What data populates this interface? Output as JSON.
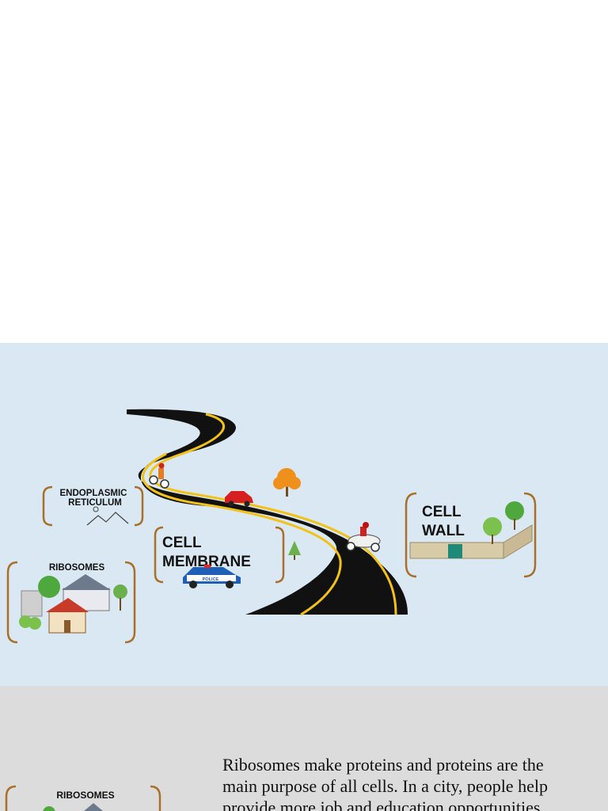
{
  "labels": {
    "endoplasmic_line1": "ENDOPLASMIC",
    "endoplasmic_line2": "RETICULUM",
    "ribosomes": "RIBOSOMES",
    "membrane_line1": "CELL",
    "membrane_line2": "MEMBRANE",
    "wall_line1": "CELL",
    "wall_line2": "WALL",
    "police": "POLICE",
    "ribosomes_bottom": "RIBOSOMES"
  },
  "paragraph": "Ribosomes make proteins and proteins are the main purpose of all cells. In a city, people help provide more job and education opportunities.",
  "colors": {
    "top_bg": "#ffffff",
    "diagram_bg": "#d9e8f2",
    "text_panel_bg": "#dcdcdc",
    "bracket": "#a8702a",
    "road": "#111111",
    "road_line": "#f2c21b"
  }
}
